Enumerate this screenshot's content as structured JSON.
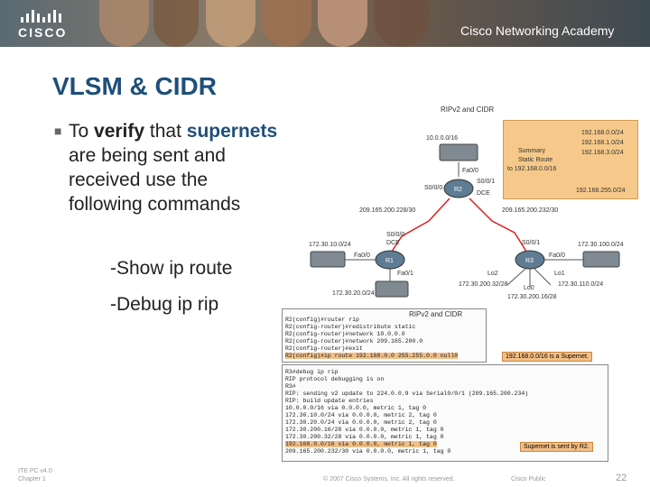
{
  "banner": {
    "logo_text": "CISCO",
    "academy": "Cisco Networking Academy"
  },
  "title": "VLSM & CIDR",
  "bullet": {
    "p1": "To ",
    "p2": "verify",
    "p3": " that ",
    "p4": "supernets",
    "p5": " are being sent and received use the following commands"
  },
  "commands": {
    "show": "-Show ip route",
    "debug": "-Debug ip rip"
  },
  "diagram": {
    "title": "RIPv2 and CIDR",
    "labels": {
      "net_r2": "10.0.0.0/16",
      "r2_fa00": "Fa0/0",
      "r2_s000": "S0/0/0",
      "r2_s001": "S0/0/1",
      "r2_dce": "DCE",
      "link_left": "209.165.200.228/30",
      "link_right": "209.165.200.232/30",
      "r1_s000": "S0/0/0",
      "r1_dce": "DCE",
      "r1_fa00": "Fa0/0",
      "r1_fa01": "Fa0/1",
      "net_r1_left": "172.30.10.0/24",
      "net_r1_bottom": "172.30.20.0/24",
      "r3_s001": "S0/0/1",
      "r3_fa00": "Fa0/0",
      "r3_lo2": "Lo2",
      "r3_lo0": "Lo0",
      "r3_lo1": "Lo1",
      "net_r3_right": "172.30.100.0/24",
      "net_r3_lo2": "172.30.200.32/28",
      "net_r3_lo1": "172.30.110.0/24",
      "net_r3_lo0": "172.30.200.16/28"
    },
    "summary_lines": [
      "Summary",
      "Static Route",
      "to 192.168.0.0/16"
    ],
    "summary_nets": [
      "192.168.0.0/24",
      "192.168.1.0/24",
      "192.168.3.0/24"
    ],
    "summary_bottom": "192.168.255.0/24"
  },
  "config": {
    "title": "RIPv2 and CIDR",
    "lines": [
      "R2(config)#router rip",
      "R2(config-router)#redistribute static",
      "R2(config-router)#network 10.0.0.0",
      "R2(config-router)#network 209.165.200.0",
      "R2(config-router)#exit",
      "R2(config)#ip route 192.168.0.0 255.255.0.0 null0"
    ],
    "callout": "192.168.0.0/16 is a Supernet."
  },
  "debug": {
    "lines": [
      "R3#debug ip rip",
      "RIP protocol debugging is on",
      "R3#",
      "RIP: sending v2 update to 224.0.0.9 via Serial0/0/1 (209.165.200.234)",
      "RIP: build update entries",
      "  10.0.0.0/16 via 0.0.0.0, metric 1, tag 0",
      "  172.30.10.0/24 via 0.0.0.0, metric 2, tag 0",
      "  172.30.20.0/24 via 0.0.0.0, metric 2, tag 0",
      "  172.30.200.16/28 via 0.0.0.0, metric 1, tag 0",
      "  172.30.200.32/28 via 0.0.0.0, metric 1, tag 0",
      "  192.168.0.0/16 via 0.0.0.0, metric 1, tag 0",
      "  209.165.200.232/30 via 0.0.0.0, metric 1, tag 0"
    ],
    "callout": "Supernet is sent by R2."
  },
  "footer": {
    "course": "ITE PC v4.0",
    "chapter": "Chapter 1",
    "copyright": "© 2007 Cisco Systems, Inc. All rights reserved.",
    "public": "Cisco Public",
    "page": "22"
  },
  "colors": {
    "title": "#1e4f7a",
    "highlight": "#f3bf86",
    "serial_link": "#e02020"
  }
}
